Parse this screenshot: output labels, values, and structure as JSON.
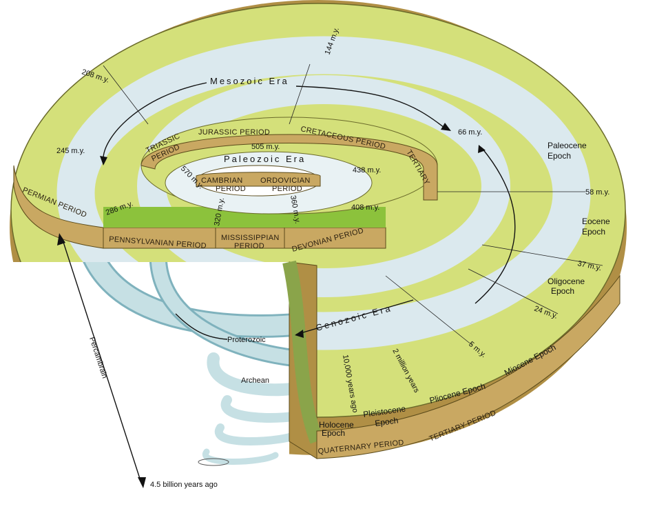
{
  "eras": {
    "mesozoic": "Mesozoic Era",
    "paleozoic": "Paleozoic Era",
    "cenozoic": "Cenozoic Era",
    "proterozoic": "Proterozoic",
    "archean": "Archean",
    "precambrian": "Percambrain",
    "origin": "4.5 billion years ago"
  },
  "periods": {
    "permian": "PERMIAN PERIOD",
    "pennsylvanian": "PENNSYLVANIAN PERIOD",
    "mississippian_1": "MISSISSIPPIAN",
    "mississippian_2": "PERIOD",
    "devonian": "DEVONIAN PERIOD",
    "cambrian_1": "CAMBRIAN",
    "cambrian_2": "PERIOD",
    "ordovician_1": "ORDOVICIAN",
    "ordovician_2": "PERIOD",
    "triassic_1": "TRIASSIC",
    "triassic_2": "PERIOD",
    "jurassic": "JURASSIC PERIOD",
    "cretaceous": "CRETACEOUS PERIOD",
    "tertiary_short": "TERTIARY",
    "tertiary": "TERTIARY PERIOD",
    "quaternary": "QUATERNARY PERIOD"
  },
  "epochs": {
    "holocene_1": "Holocene",
    "holocene_2": "Epoch",
    "pleistocene_1": "Pleistocene",
    "pleistocene_2": "Epoch",
    "pliocene": "Pliocene Epoch",
    "miocene": "Miocene Epoch",
    "oligocene_1": "Oligocene",
    "oligocene_2": "Epoch",
    "eocene_1": "Eocene",
    "eocene_2": "Epoch",
    "paleocene_1": "Paleocene",
    "paleocene_2": "Epoch"
  },
  "dates": {
    "d208": "208 m.y.",
    "d245": "245 m.y.",
    "d286": "286 m.y.",
    "d320": "320 m.y.",
    "d360": "360 m.y.",
    "d408": "408 m.y.",
    "d438": "438 m.y.",
    "d505": "505 m.y.",
    "d570": "570 m.y.",
    "d144": "144 m.y.",
    "d66": "66 m.y.",
    "d58": "58 m.y.",
    "d37": "37 m.y.",
    "d24": "24 m.y.",
    "d5": "5 m.y.",
    "d2m": "2 million years",
    "d10k": "10,000 years ago"
  },
  "colors": {
    "land": "#d4e07a",
    "sea": "#dbe9ee",
    "rim": "#c9a862",
    "helix": "#b4d3d8"
  }
}
